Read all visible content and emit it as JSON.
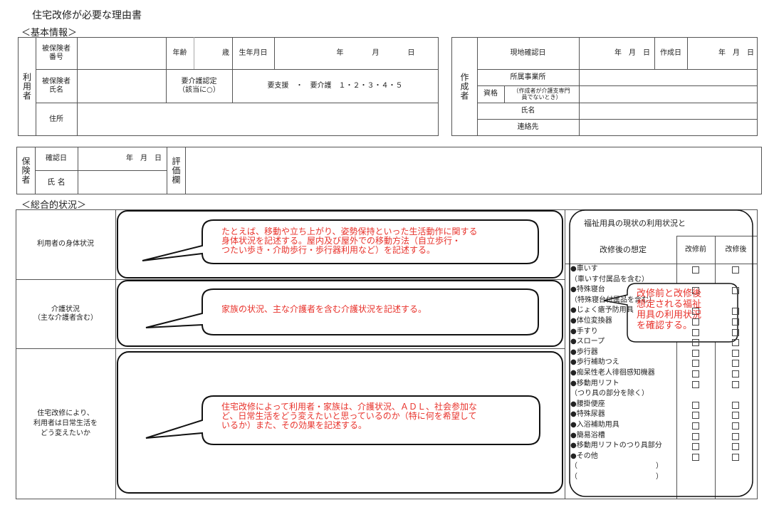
{
  "title": "住宅改修が必要な理由書",
  "basic_info_heading": "＜基本情報＞",
  "user": {
    "section_label": "利用者",
    "insured_number_label": "被保険者\n番号",
    "age_label": "年齢",
    "age_unit": "歳",
    "birthdate_label": "生年月日",
    "date_placeholder": "年　　　　月　　　　日",
    "insured_name_label": "被保険者\n氏名",
    "care_level_label": "要介護認定\n（該当に○）",
    "care_level_options": "要支援　・　要介護　１・２・３・４・５",
    "address_label": "住所"
  },
  "author": {
    "section_label": "作成者",
    "site_check_date_label": "現地確認日",
    "site_check_date_placeholder": "年　月　日",
    "created_date_label": "作成日",
    "created_date_placeholder": "年　月　日",
    "office_label": "所属事業所",
    "qualification_label": "資格",
    "qualification_note": "（作成者が介護支専門\n員でないとき）",
    "name_label": "氏名",
    "contact_label": "連絡先"
  },
  "insurer": {
    "section_label": "保険者",
    "check_date_label": "確認日",
    "check_date_placeholder": "年　月　日",
    "name_label": "氏 名",
    "evaluation_label": "評価欄"
  },
  "overall_heading": "＜総合的状況＞",
  "rows": [
    {
      "label": "利用者の身体状況",
      "callout": "たとえば、移動や立ち上がり、姿勢保持といった生活動作に関する\n身体状況を記述する。屋内及び屋外での移動方法（自立歩行・\nつたい歩き・介助歩行・歩行器利用など）を記述する。"
    },
    {
      "label": "介護状況\n（主な介護者含む）",
      "callout": "家族の状況、主な介護者を含む介護状況を記述する。"
    },
    {
      "label": "住宅改修により、\n利用者は日常生活を\nどう変えたいか",
      "callout": "住宅改修によって利用者・家族は、介護状況、ＡＤＬ、社会参加な\nど、日常生活をどう変えたいと思っているのか（特に何を希望して\nいるか）また、その効果を記述する。"
    }
  ],
  "equipment": {
    "heading": "福祉用具の現状の利用状況と",
    "subheading": "改修後の想定",
    "col_before": "改修前",
    "col_after": "改修後",
    "callout": "改修前と改修後\n想定される福祉\n用具の利用状況\nを確認する。",
    "items": [
      {
        "label": "●車いす",
        "checkbox": true
      },
      {
        "label": "（車いす付属品を含む）",
        "checkbox": false
      },
      {
        "label": "●特殊寝台",
        "checkbox": true
      },
      {
        "label": "（特殊寝台付属品を含む）",
        "checkbox": false
      },
      {
        "label": "●じょく瘡予防用具",
        "checkbox": true
      },
      {
        "label": "●体位変換器",
        "checkbox": true
      },
      {
        "label": "●手すり",
        "checkbox": true
      },
      {
        "label": "●スロープ",
        "checkbox": true
      },
      {
        "label": "●歩行器",
        "checkbox": true
      },
      {
        "label": "●歩行補助つえ",
        "checkbox": true
      },
      {
        "label": "●痴呆性老人徘徊感知機器",
        "checkbox": true
      },
      {
        "label": "●移動用リフト",
        "checkbox": true
      },
      {
        "label": "（つり具の部分を除く）",
        "checkbox": false
      },
      {
        "label": "●腰掛便座",
        "checkbox": true
      },
      {
        "label": "●特殊尿器",
        "checkbox": true
      },
      {
        "label": "●入浴補助用具",
        "checkbox": true
      },
      {
        "label": "●簡易浴槽",
        "checkbox": true
      },
      {
        "label": "●移動用リフトのつり具部分",
        "checkbox": true
      },
      {
        "label": "●その他",
        "checkbox": true
      },
      {
        "label": "（　　　　　　　　　　　）",
        "checkbox": false
      },
      {
        "label": "（　　　　　　　　　　　）",
        "checkbox": false
      }
    ]
  },
  "colors": {
    "callout_text": "#e8322b",
    "border": "#555555"
  }
}
